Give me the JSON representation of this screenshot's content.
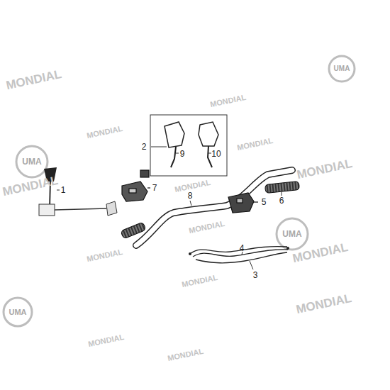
{
  "diagram": {
    "labels": [
      "1",
      "2",
      "3",
      "4",
      "5",
      "6",
      "7",
      "8",
      "9",
      "10",
      "MONDIAL",
      "MONDIAL",
      "MONDIAL",
      "MONDIAL",
      "MONDIAL",
      "MONDIAL",
      "MONDIAL",
      "MONDIAL",
      "MONDIAL",
      "MONDIAL",
      "MONDIAL",
      "MONDIAL",
      "MONDIAL",
      "MONDIAL",
      "UMA",
      "UMA",
      "UMA",
      "UMA"
    ]
  }
}
